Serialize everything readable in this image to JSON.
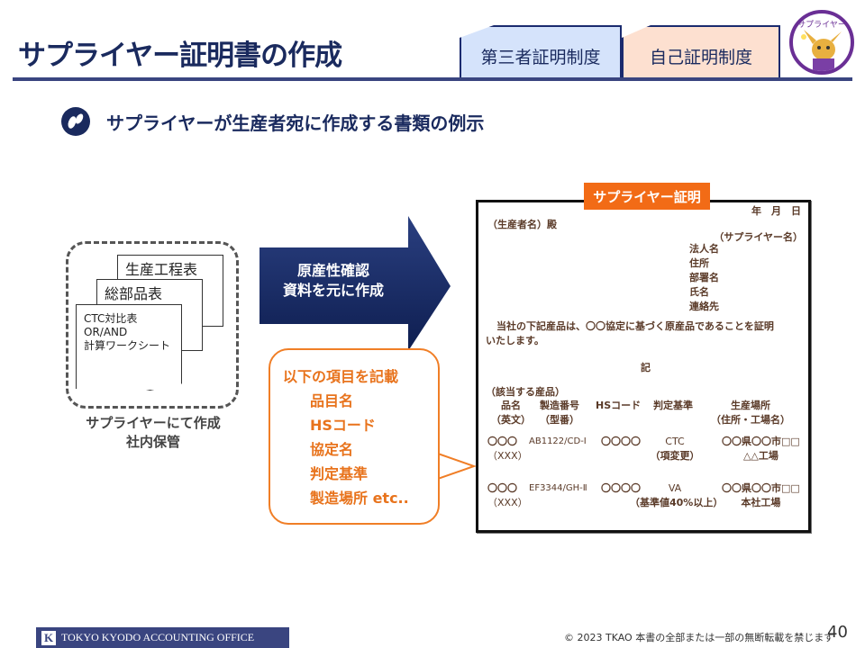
{
  "header": {
    "title": "サプライヤー証明書の作成",
    "tabs": [
      {
        "label": "第三者証明制度"
      },
      {
        "label": "自己証明制度"
      }
    ],
    "mascot_label": "サプライヤー"
  },
  "subtitle": "サプライヤーが生産者宛に作成する書類の例示",
  "documents": {
    "pages": [
      "生産工程表",
      "総部品表"
    ],
    "front_lines": [
      "CTC対比表",
      "OR/AND",
      "計算ワークシート"
    ],
    "caption": [
      "サプライヤーにて作成",
      "社内保管"
    ]
  },
  "arrow": {
    "lines": [
      "原産性確認",
      "資料を元に作成"
    ]
  },
  "callout": {
    "heading": "以下の項目を記載",
    "items": [
      "品目名",
      "HSコード",
      "協定名",
      "判定基準",
      "製造場所 etc.."
    ]
  },
  "certificate": {
    "label": "サプライヤー証明",
    "date": "年　月　日",
    "addressee": "（生産者名）殿",
    "supplier": "（サプライヤー名）",
    "fields": [
      "法人名",
      "住所",
      "部署名",
      "氏名",
      "連絡先"
    ],
    "statement": [
      "当社の下記産品は、〇〇協定に基づく原産品であることを証明",
      "いたします。"
    ],
    "ki": "記",
    "section": "（該当する産品）",
    "columns": [
      [
        "品名",
        "（英文）"
      ],
      [
        "製造番号",
        "（型番）"
      ],
      [
        "HSコード",
        ""
      ],
      [
        "判定基準",
        ""
      ],
      [
        "生産場所",
        "（住所・工場名）"
      ]
    ],
    "rows": [
      [
        "〇〇〇",
        "（XXX）",
        "AB1122/CD-Ⅰ",
        "〇〇〇〇",
        "CTC",
        "（項変更）",
        "〇〇県〇〇市□□",
        "△△工場"
      ],
      [
        "〇〇〇",
        "（XXX）",
        "EF3344/GH-Ⅱ",
        "〇〇〇〇",
        "VA",
        "（基準値40%以上）",
        "〇〇県〇〇市□□",
        "本社工場"
      ]
    ]
  },
  "footer": {
    "company": "TOKYO KYODO ACCOUNTING OFFICE",
    "logo": "K",
    "copyright": "© 2023 TKAO 本書の全部または一部の無断転載を禁じます",
    "page": "40"
  },
  "colors": {
    "navy": "#1a2a5e",
    "orange": "#f26b16",
    "tab1": "#d5e3fb",
    "tab2": "#fde0d0"
  }
}
